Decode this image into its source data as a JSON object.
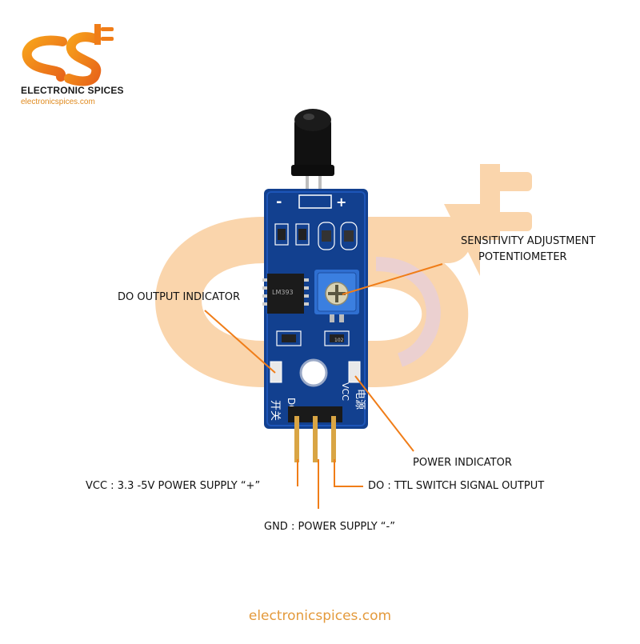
{
  "brand": {
    "logo_text": "ES",
    "name": "ELECTRONIC SPICES",
    "url": "electronicspices.com"
  },
  "board": {
    "minus_mark": "-",
    "plus_mark": "+",
    "chip_text": "LM393",
    "do_silk": "DO",
    "vcc_silk": "VCC",
    "switch_chinese": "开关",
    "power_chinese": "电源",
    "resistor_code": "102"
  },
  "callouts": {
    "sensitivity_line1": "SENSITIVITY ADJUSTMENT",
    "sensitivity_line2": "POTENTIOMETER",
    "do_output_indicator": "DO OUTPUT INDICATOR",
    "power_indicator": "POWER INDICATOR",
    "vcc_pin": "VCC :  3.3 -5V POWER SUPPLY “+”",
    "do_pin": "DO : TTL SWITCH SIGNAL OUTPUT",
    "gnd_pin": "GND : POWER SUPPLY “-”"
  },
  "footer": {
    "url": "electronicspices.com"
  },
  "colors": {
    "accent_orange": "#f07d18",
    "watermark_orange": "#f9c98e",
    "pcb_blue": "#12408f",
    "pot_blue": "#2f6fd1"
  }
}
